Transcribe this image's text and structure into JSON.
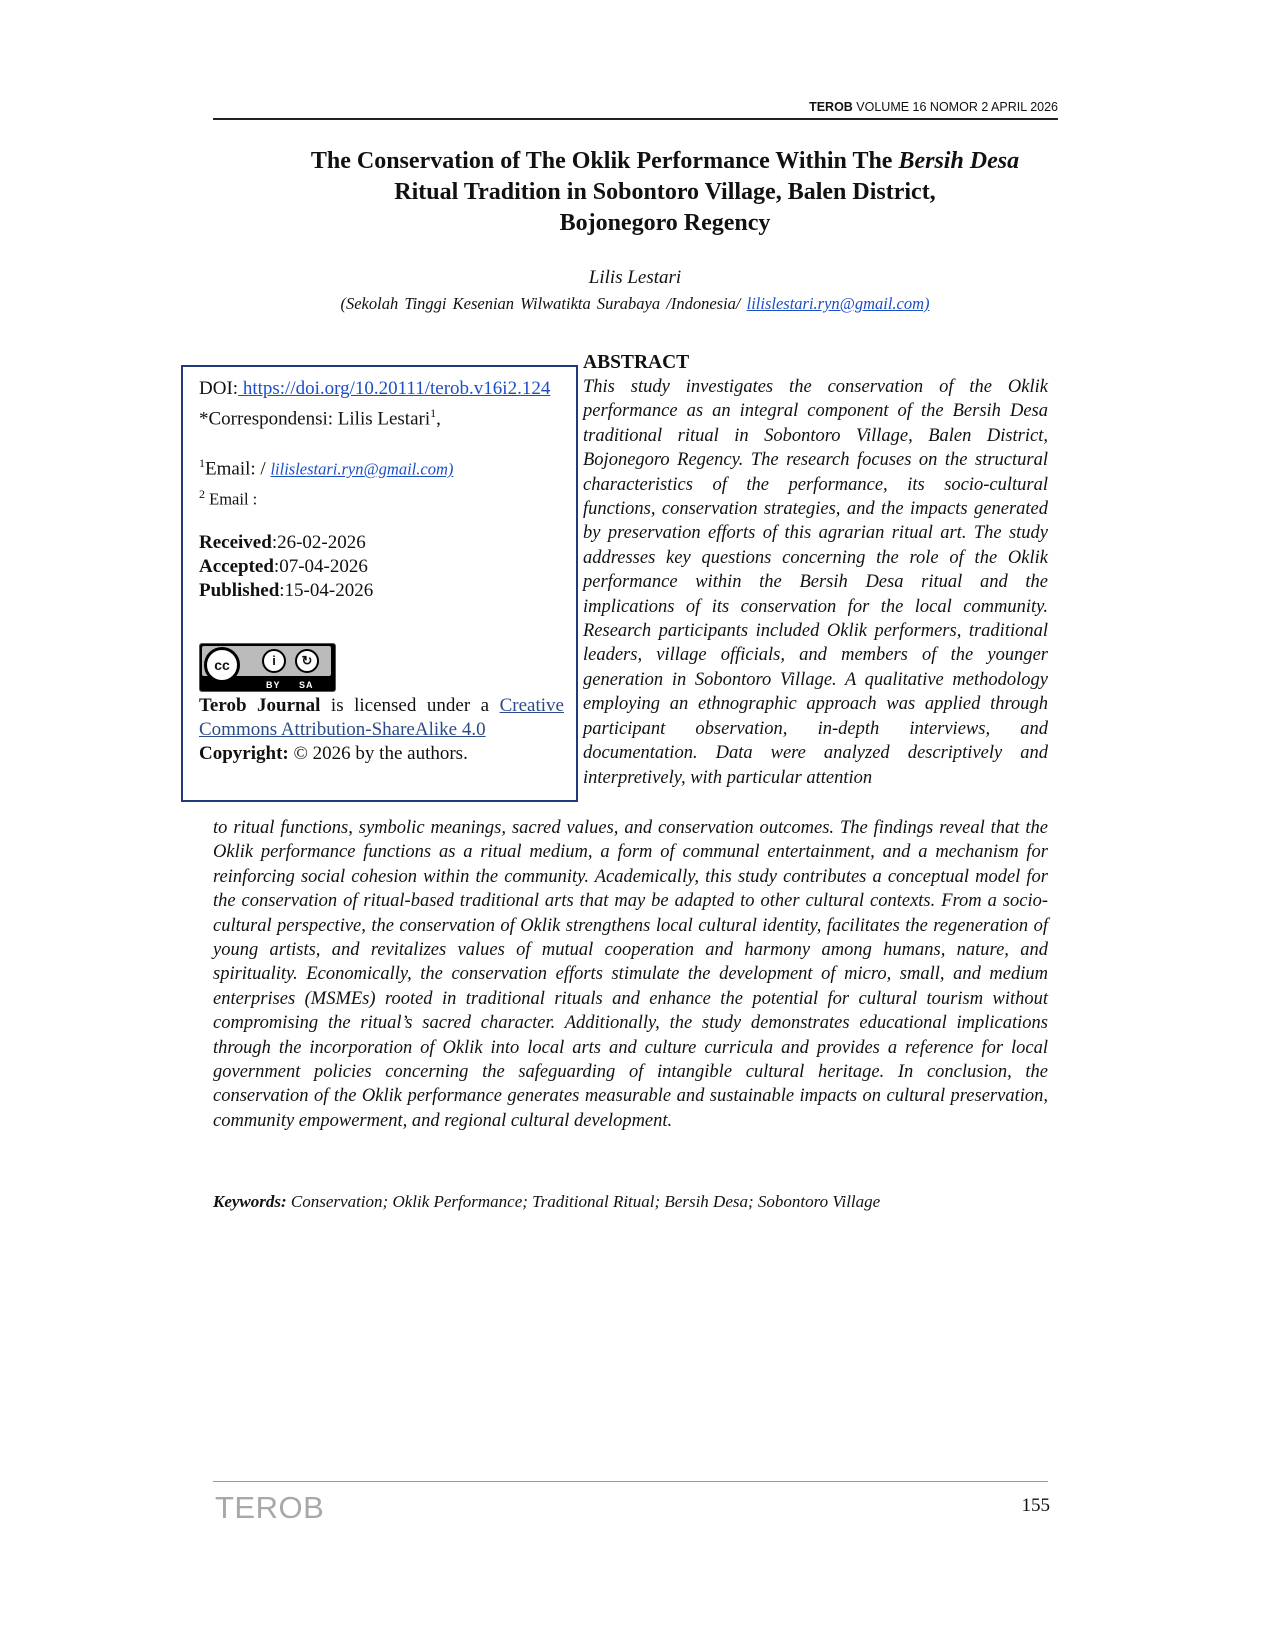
{
  "header": {
    "journal": "TEROB",
    "issue": "VOLUME 16 NOMOR 2 APRIL 2026"
  },
  "title": {
    "line1": "The Conservation of The Oklik Performance Within The ",
    "line1_italic": "Bersih Desa",
    "line2": "Ritual Tradition in Sobontoro Village, Balen District,",
    "line3": "Bojonegoro Regency"
  },
  "author": {
    "name": "Lilis Lestari",
    "affiliation": "(Sekolah Tinggi Kesenian Wilwatikta Surabaya /Indonesia/ ",
    "email": "lilislestari.ryn@gmail.com)"
  },
  "infobox": {
    "doi_label": "DOI:",
    "doi_link": " https://doi.org/10.20111/terob.v16i2.124",
    "corr_label": "*Correspondensi: Lilis Lestari",
    "corr_sup": "1",
    "corr_tail": ",",
    "email1_sup": "1",
    "email1_label": "Email: / ",
    "email1_value": "lilislestari.ryn@gmail.com)",
    "email2_sup": "2",
    "email2_label": " Email :",
    "received_label": "Received",
    "received_value": ":26-02-2026",
    "accepted_label": "Accepted",
    "accepted_value": ":07-04-2026",
    "published_label": "Published",
    "published_value": ":15-04-2026",
    "cc_text": "cc",
    "cc_by": "BY",
    "cc_sa": "SA",
    "license_journal": "Terob Journal",
    "license_text": " is licensed under a ",
    "license_link": "Creative Commons Attribution-ShareAlike 4.0",
    "copyright_label": "Copyright:",
    "copyright_text": " © 2026 by the authors."
  },
  "abstract": {
    "heading": "ABSTRACT",
    "part1": "This study investigates the conservation of the Oklik performance as an integral component of the Bersih Desa traditional ritual in Sobontoro Village, Balen District, Bojonegoro Regency. The research focuses on the structural characteristics of the performance, its socio-cultural functions, conservation strategies, and the impacts generated by preservation efforts of this agrarian ritual art. The study addresses key questions concerning the role of the Oklik performance within the Bersih Desa ritual and the implications of its conservation for the local community. Research participants included Oklik performers, traditional leaders, village officials, and members of the younger generation in Sobontoro Village. A qualitative methodology employing an ethnographic approach was applied through participant observation, in-depth interviews, and documentation. Data were analyzed descriptively and interpretively, with particular attention",
    "part2": "to ritual functions, symbolic meanings, sacred values, and conservation outcomes. The findings reveal that the Oklik performance functions as a ritual medium, a form of communal entertainment, and a mechanism for reinforcing social cohesion within the community. Academically, this study contributes a conceptual model for the conservation of ritual-based traditional arts that may be adapted to other cultural contexts. From a socio-cultural perspective, the conservation of Oklik strengthens local cultural identity, facilitates the regeneration of young artists, and revitalizes values of mutual cooperation and harmony among humans, nature, and spirituality. Economically, the conservation efforts stimulate the development of micro, small, and medium enterprises (MSMEs) rooted in traditional rituals and enhance the potential for cultural tourism without compromising the ritual’s sacred character. Additionally, the study demonstrates educational implications through the incorporation of Oklik into local arts and culture curricula and provides a reference for local government policies concerning the safeguarding of intangible cultural heritage. In conclusion, the conservation of the Oklik performance generates measurable and sustainable impacts on cultural preservation, community empowerment, and regional cultural development."
  },
  "keywords": {
    "label": "Keywords:",
    "value": " Conservation; Oklik Performance; Traditional Ritual; Bersih Desa; Sobontoro Village"
  },
  "footer": {
    "brand": "TEROB",
    "page": "155"
  }
}
